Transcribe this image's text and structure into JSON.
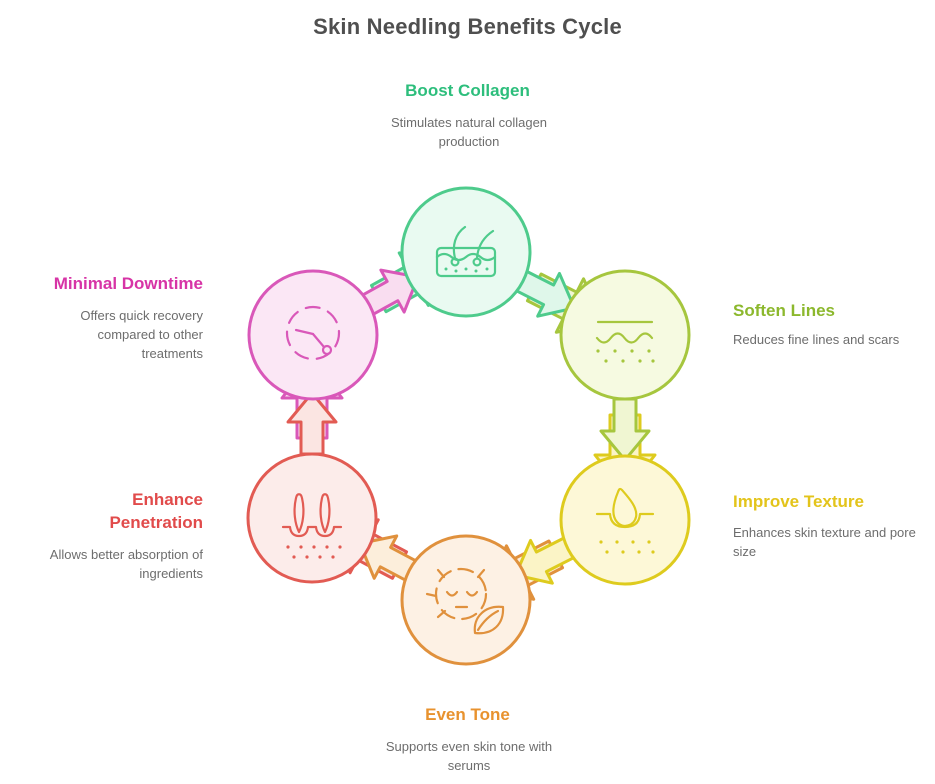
{
  "title": {
    "text": "Skin Needling Benefits Cycle",
    "color": "#4f4f4f"
  },
  "description_color": "#6d6d6d",
  "background": "#ffffff",
  "nodes": [
    {
      "label": "Boost Collagen",
      "description": "Stimulates natural collagen production",
      "icon": "skin-collagen-icon",
      "label_color": "#2dbe7c",
      "circle_stroke": "#4ecb8c",
      "circle_fill": "#e9faf1",
      "arrow_fill": "#dff7ea"
    },
    {
      "label": "Soften Lines",
      "description": "Reduces fine lines and scars",
      "icon": "smooth-skin-lines-icon",
      "label_color": "#8cb82d",
      "circle_stroke": "#a6c63e",
      "circle_fill": "#f6fae1",
      "arrow_fill": "#f0f6d2"
    },
    {
      "label": "Improve Texture",
      "description": "Enhances skin texture and pore size",
      "icon": "serum-droplet-pore-icon",
      "label_color": "#e3c41b",
      "circle_stroke": "#decb1e",
      "circle_fill": "#fdf8d7",
      "arrow_fill": "#fbf4c6"
    },
    {
      "label": "Even Tone",
      "description": "Supports even skin tone with serums",
      "icon": "face-leaf-icon",
      "label_color": "#e8922e",
      "circle_stroke": "#e0913d",
      "circle_fill": "#fdf1e4",
      "arrow_fill": "#fceedb"
    },
    {
      "label": "Enhance Penetration",
      "description": "Allows better absorption of ingredients",
      "icon": "needles-skin-icon",
      "label_color": "#e14b4b",
      "circle_stroke": "#e25b53",
      "circle_fill": "#fcecea",
      "arrow_fill": "#fbe5e2"
    },
    {
      "label": "Minimal Downtime",
      "description": "Offers quick recovery compared to other treatments",
      "icon": "clock-icon",
      "label_color": "#d734a6",
      "circle_stroke": "#d958b9",
      "circle_fill": "#fbe7f5",
      "arrow_fill": "#f9ddf0"
    }
  ]
}
